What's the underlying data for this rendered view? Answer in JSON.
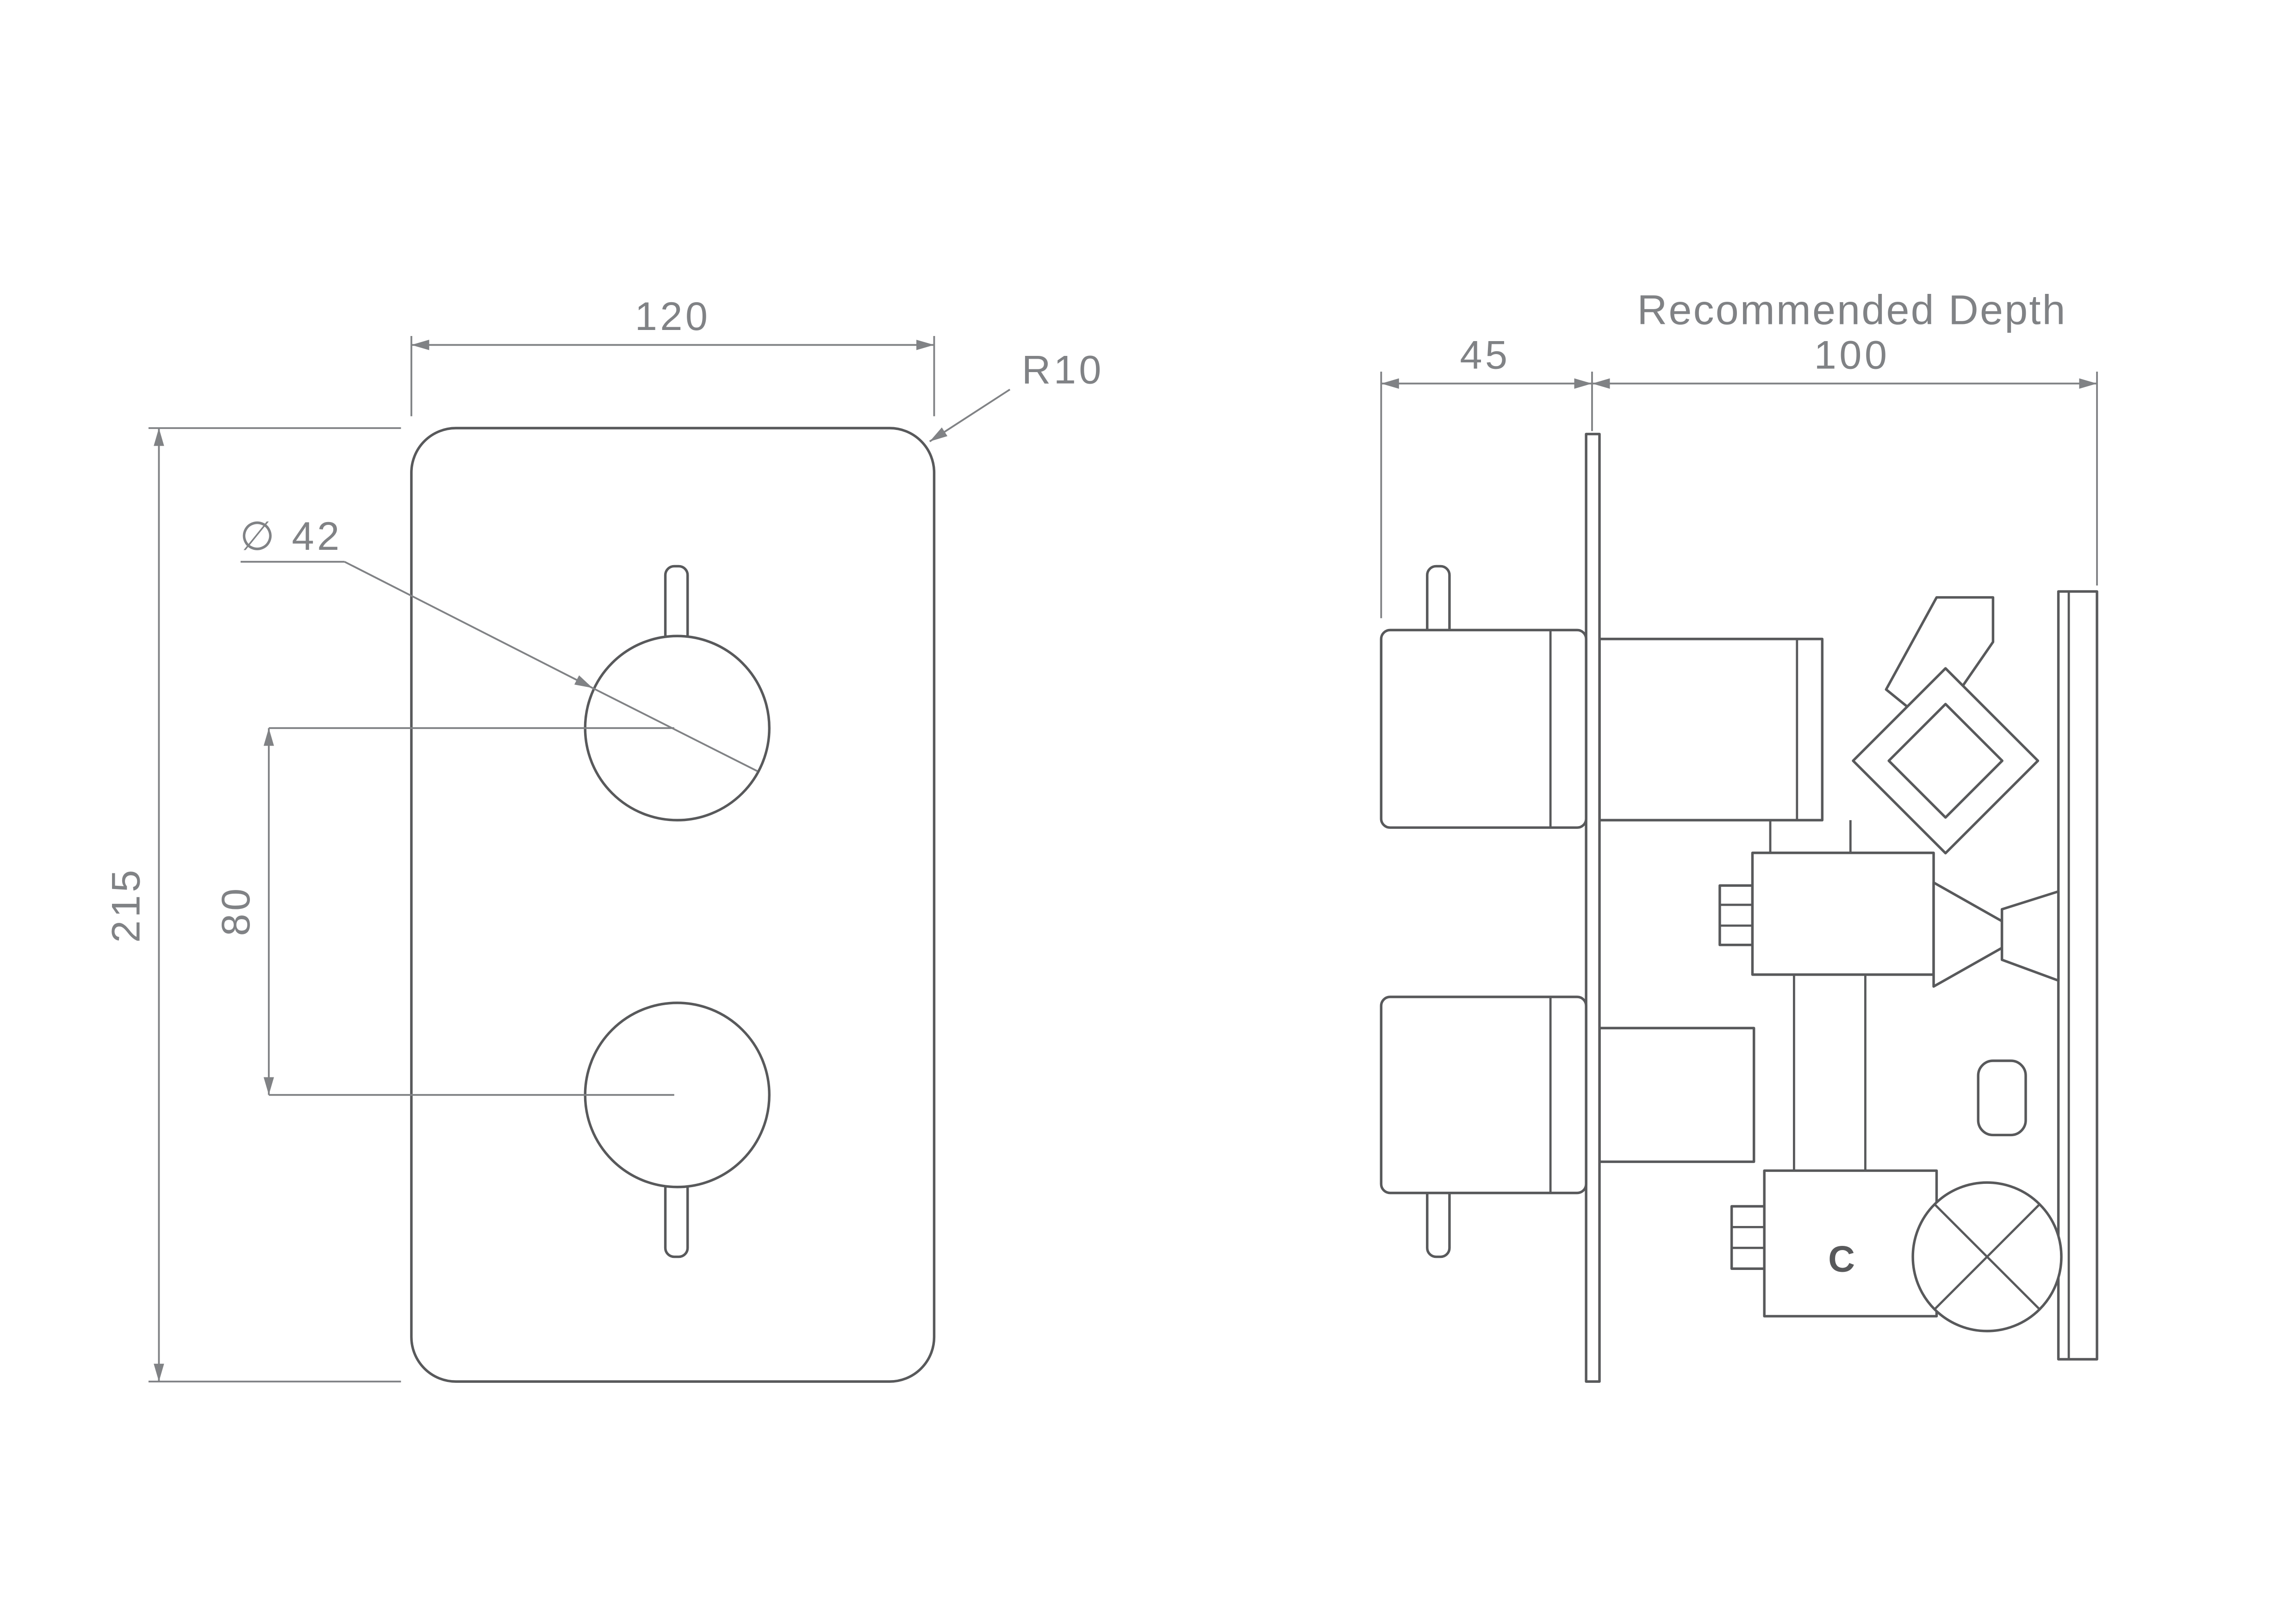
{
  "front_view": {
    "width_dim": "120",
    "corner_radius_label": "R10",
    "knob_diameter_label": "∅ 42",
    "knob_spacing_dim": "80",
    "height_dim": "215"
  },
  "side_view": {
    "handle_depth_dim": "45",
    "recommended_depth_title": "Recommended Depth",
    "recommended_depth_dim": "100",
    "cold_label": "C"
  },
  "colors": {
    "line": "#58595b",
    "dimension": "#808285",
    "background": "#ffffff"
  }
}
